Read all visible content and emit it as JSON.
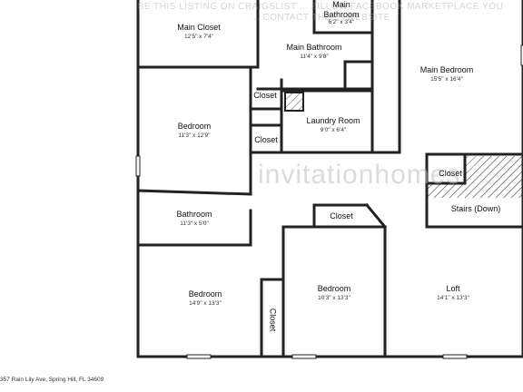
{
  "watermark": {
    "line1": "BE THIS LISTING ON CRAIGSLIST ... ZILLOW.FACEBOOK MARKETPLACE YOU",
    "line2": "... CONTACT THE ... WEBSITE",
    "brand": "invitationhomes"
  },
  "rooms": [
    {
      "id": "main-closet",
      "name": "Main Closet",
      "dim": "12'5\" x 7'4\""
    },
    {
      "id": "main-bathroom-small",
      "name": "Main\nBathroom",
      "dim": "6'2\" x 3'4\""
    },
    {
      "id": "main-bathroom",
      "name": "Main Bathroom",
      "dim": "11'4\" x 9'8\""
    },
    {
      "id": "main-bedroom",
      "name": "Main Bedroom",
      "dim": "15'5\" x 16'4\""
    },
    {
      "id": "closet-1",
      "name": "Closet",
      "dim": ""
    },
    {
      "id": "bedroom-1",
      "name": "Bedroom",
      "dim": "11'3\" x 12'9\""
    },
    {
      "id": "laundry-room",
      "name": "Laundry Room",
      "dim": "9'0\" x 6'4\""
    },
    {
      "id": "closet-2",
      "name": "Closet",
      "dim": ""
    },
    {
      "id": "closet-3",
      "name": "Closet",
      "dim": ""
    },
    {
      "id": "stairs",
      "name": "Stairs (Down)",
      "dim": ""
    },
    {
      "id": "bathroom",
      "name": "Bathroom",
      "dim": "11'3\" x 5'0\""
    },
    {
      "id": "closet-4",
      "name": "Closet",
      "dim": ""
    },
    {
      "id": "bedroom-2",
      "name": "Bedroom",
      "dim": "14'9\" x 13'3\""
    },
    {
      "id": "bedroom-3",
      "name": "Bedroom",
      "dim": "10'3\" x 13'3\""
    },
    {
      "id": "loft",
      "name": "Loft",
      "dim": "14'1\" x 13'3\""
    },
    {
      "id": "closet-5",
      "name": "Closet",
      "dim": ""
    }
  ],
  "address": "357 Rain Lily Ave, Spring Hill, FL 34609",
  "colors": {
    "wall": "#222222",
    "stairs_hatch": "#555555",
    "watermark": "#c8c8c8"
  }
}
